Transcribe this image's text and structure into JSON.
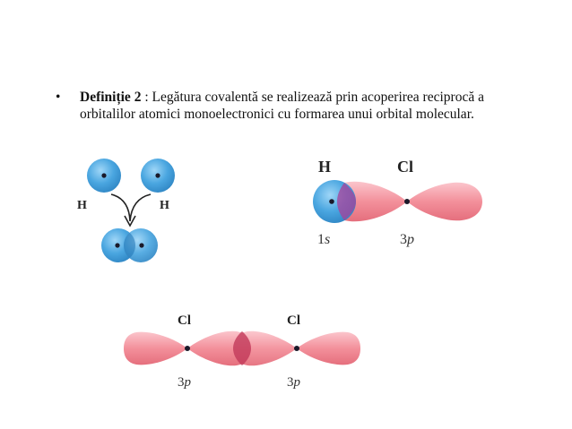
{
  "definition": {
    "bullet": "•",
    "term": "Definiție 2",
    "separator": " : ",
    "text": "Legătura covalentă se realizează prin acoperirea reciprocă a orbitalilor atomici monoelectronici cu formarea unui orbital molecular."
  },
  "h2_figure": {
    "left_atom_label": "H",
    "right_atom_label": "H"
  },
  "hcl_figure": {
    "h_label": "H",
    "cl_label": "Cl",
    "h_orbital_label_main": "1",
    "h_orbital_label_sub": "s",
    "cl_orbital_label_main": "3",
    "cl_orbital_label_sub": "p"
  },
  "cl2_figure": {
    "left_label": "Cl",
    "right_label": "Cl",
    "left_orbital_main": "3",
    "left_orbital_sub": "p",
    "right_orbital_main": "3",
    "right_orbital_sub": "p"
  },
  "colors": {
    "s_orbital": "#4aa6e0",
    "p_orbital": "#f28b96",
    "overlap": "#c23a78",
    "nucleus": "#1a1a2a"
  }
}
